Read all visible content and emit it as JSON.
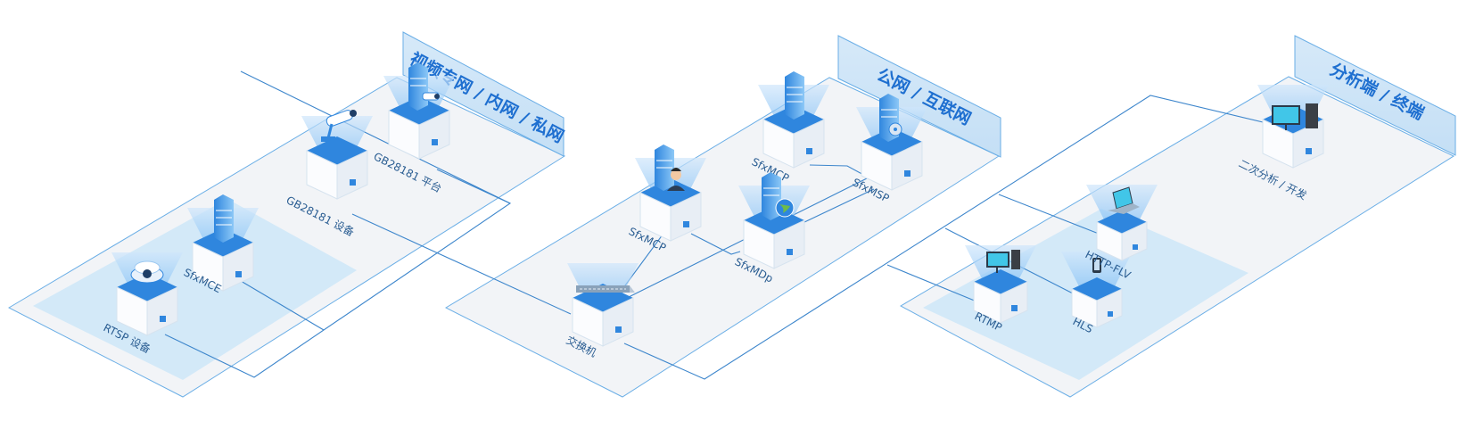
{
  "zones": {
    "private": {
      "title": "视频专网 / 内网 / 私网"
    },
    "public": {
      "title": "公网 / 互联网"
    },
    "terminal": {
      "title": "分析端 / 终端"
    }
  },
  "nodes": {
    "rtsp": {
      "label": "RTSP 设备",
      "icon": "dome-camera-icon"
    },
    "sfxmce": {
      "label": "SfxMCE",
      "icon": "server-icon"
    },
    "gb_device": {
      "label": "GB28181 设备",
      "icon": "bullet-camera-icon"
    },
    "gb_platform": {
      "label": "GB28181 平台",
      "icon": "server-camera-icon"
    },
    "sfxmcp1": {
      "label": "SfxMCP",
      "icon": "server-operator-icon"
    },
    "sfxmcp2": {
      "label": "SfxMCP",
      "icon": "server-icon"
    },
    "sfxmdp": {
      "label": "SfxMDp",
      "icon": "server-globe-icon"
    },
    "sfxmsp": {
      "label": "SfxMSP",
      "icon": "server-disk-icon"
    },
    "switch": {
      "label": "交换机",
      "icon": "network-switch-icon"
    },
    "rtmp": {
      "label": "RTMP",
      "icon": "desktop-pc-icon"
    },
    "hls": {
      "label": "HLS",
      "icon": "smartphone-icon"
    },
    "httpflv": {
      "label": "HTTP-FLV",
      "icon": "laptop-icon"
    },
    "analysis": {
      "label": "二次分析 / 开发",
      "icon": "workstation-icon"
    }
  },
  "colors": {
    "accent": "#1e6fd0",
    "line": "#3d86cc",
    "plate": "#f2f4f7",
    "inner": "#d3e9f8",
    "title_panel": "#d7e9f8"
  }
}
